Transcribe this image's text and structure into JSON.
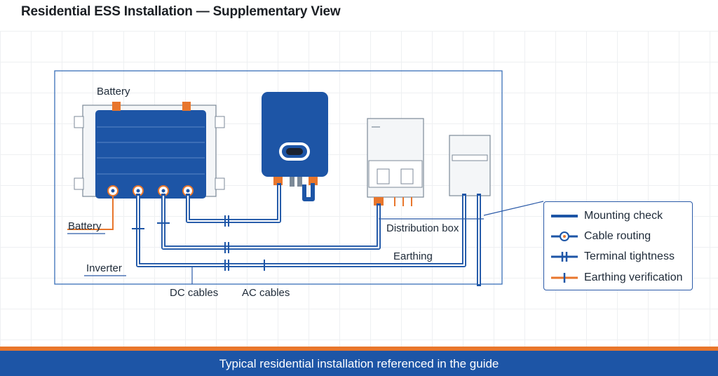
{
  "header": {
    "title": "Residential ESS Installation — Supplementary View"
  },
  "diagram": {
    "labels": {
      "battery_top": "Battery",
      "battery_left": "Battery",
      "inverter": "Inverter",
      "distribution_box": "Distribution box",
      "earthing": "Earthing",
      "dc_cables": "DC cables",
      "ac_cables": "AC cables"
    }
  },
  "legend": {
    "items": [
      {
        "label": "Mounting check",
        "icon": "line-icon",
        "color": "#1d55a6"
      },
      {
        "label": "Cable routing",
        "icon": "cable-routing-icon",
        "color": "#1d55a6"
      },
      {
        "label": "Terminal tightness",
        "icon": "terminal-icon",
        "color": "#1d55a6"
      },
      {
        "label": "Earthing verification",
        "icon": "earthing-icon",
        "color": "#e8762c"
      }
    ]
  },
  "footer": {
    "caption": "Typical residential installation referenced in the guide"
  },
  "colors": {
    "blue": "#1d55a6",
    "orange": "#e8762c",
    "grid": "#eef0f2"
  }
}
